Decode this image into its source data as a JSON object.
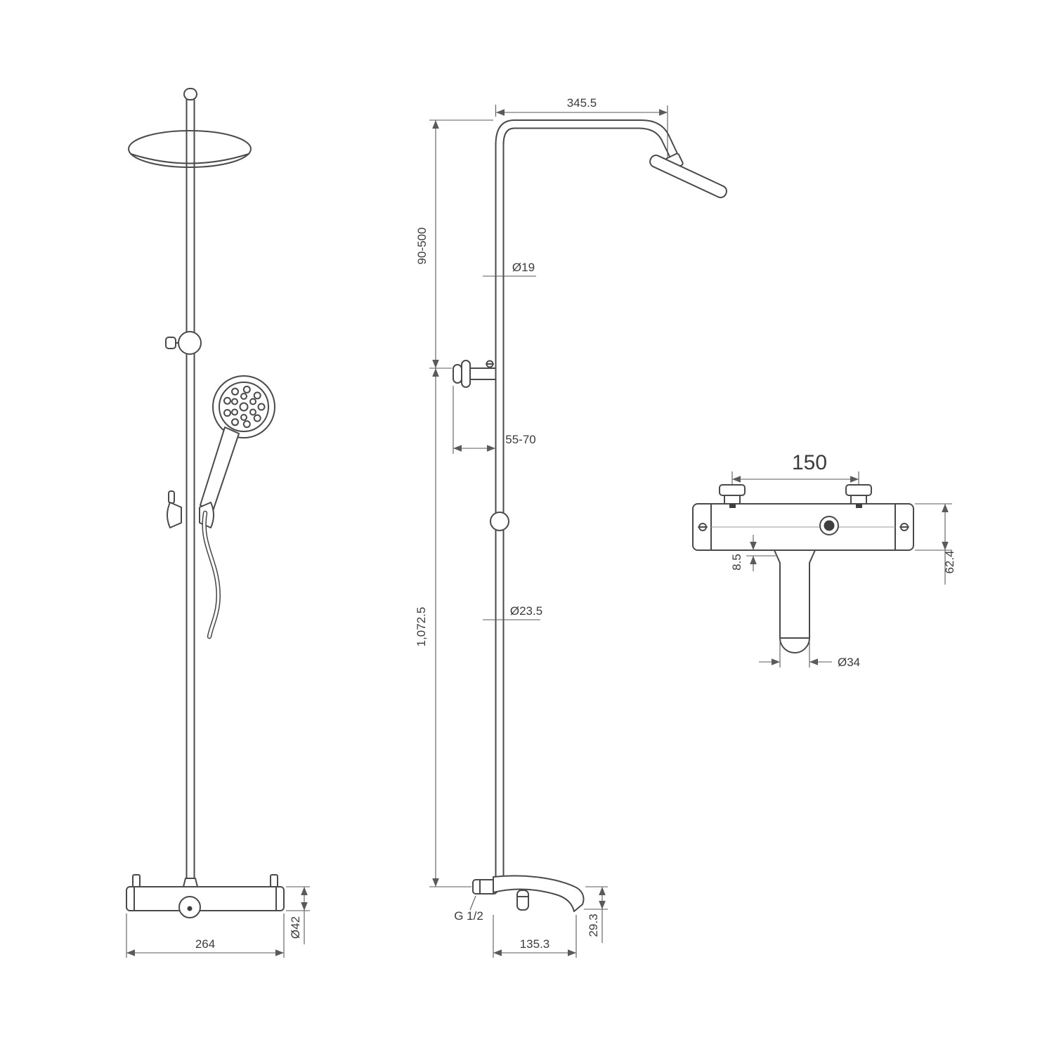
{
  "meta": {
    "background": "#ffffff",
    "line_color": "#4a4a4a",
    "dim_color": "#5a5a5a",
    "text_color": "#3c3c3c"
  },
  "front_view": {
    "dims": {
      "bar_width": "264",
      "bar_diameter": "Ø42"
    }
  },
  "side_view": {
    "dims": {
      "arm_reach": "345.5",
      "head_height_range": "90-500",
      "upper_pipe_diameter": "Ø19",
      "wall_bracket_range": "55-70",
      "column_height": "1,072.5",
      "lower_pipe_diameter": "Ø23.5",
      "inlet_thread": "G 1/2",
      "spout_reach": "135.3",
      "spout_height": "29.3"
    }
  },
  "top_view": {
    "dims": {
      "valve_spacing": "150",
      "cartridge_offset": "8.5",
      "body_depth": "62.4",
      "spout_diameter": "Ø34"
    }
  }
}
